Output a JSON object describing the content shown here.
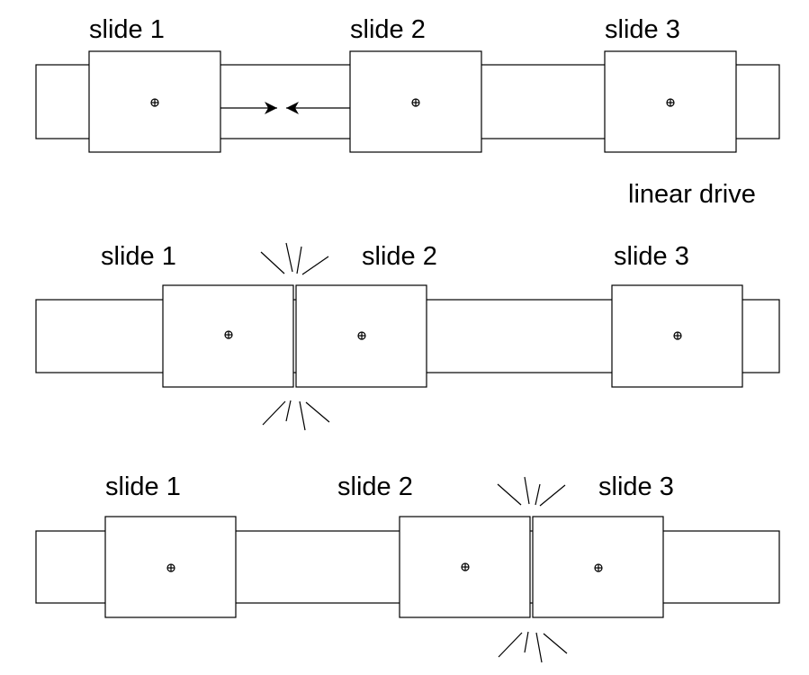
{
  "diagram": {
    "caption": "linear drive",
    "slide_labels": [
      "slide 1",
      "slide 2",
      "slide 3"
    ],
    "rows": [
      {
        "id": "approach",
        "labels": [
          "slide 1",
          "slide 2",
          "slide 3"
        ],
        "motion_arrows": true
      },
      {
        "id": "collision-1-2",
        "labels": [
          "slide 1",
          "slide 2",
          "slide 3"
        ],
        "impact_between": [
          "slide 1",
          "slide 2"
        ]
      },
      {
        "id": "collision-2-3",
        "labels": [
          "slide 1",
          "slide 2",
          "slide 3"
        ],
        "impact_between": [
          "slide 2",
          "slide 3"
        ]
      }
    ],
    "icons": {
      "slide_center": "crosshair-circle-icon",
      "impact": "impact-burst-icon"
    },
    "colors": {
      "stroke": "#000000",
      "background": "#ffffff"
    }
  }
}
